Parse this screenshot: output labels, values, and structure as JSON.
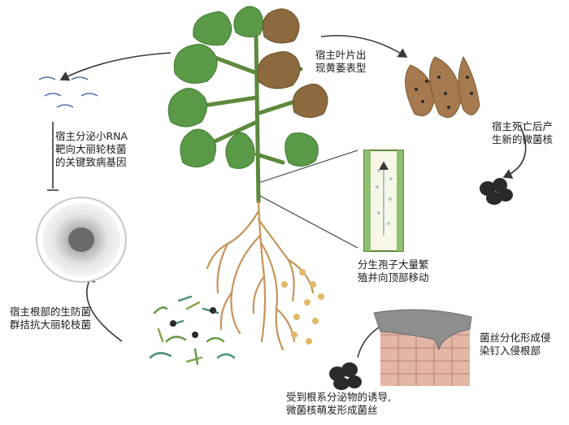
{
  "labels": {
    "yellowing": [
      "宿主叶片出",
      "现黄萎表型"
    ],
    "microsclerotia_new": [
      "宿主死亡后产",
      "生新的微菌核"
    ],
    "spores": [
      "分生孢子大量繁",
      "殖并向顶部移动"
    ],
    "hyphae": [
      "菌丝分化形成侵",
      "染钉入侵根部"
    ],
    "germination": [
      "受到根系分泌物的诱导,",
      "微菌核萌发形成菌丝"
    ],
    "antagonism": [
      "宿主根部的生防菌",
      "群拮抗大丽轮枝菌"
    ],
    "srna": [
      "宿主分泌小RNA",
      "靶向大丽轮枝菌",
      "的关键致病基因"
    ]
  },
  "colors": {
    "arrow": "#3a3a3a",
    "stem": "#5c8a3c",
    "leaf_green": "#5a9a46",
    "leaf_brown": "#8c6a3e",
    "root": "#c8935a",
    "sclerotia": "#2a2a2a",
    "dead_leaf": "#a67a4e",
    "soil_tissue": "#d9a89a",
    "hypha_mass": "#8e8e8e"
  }
}
